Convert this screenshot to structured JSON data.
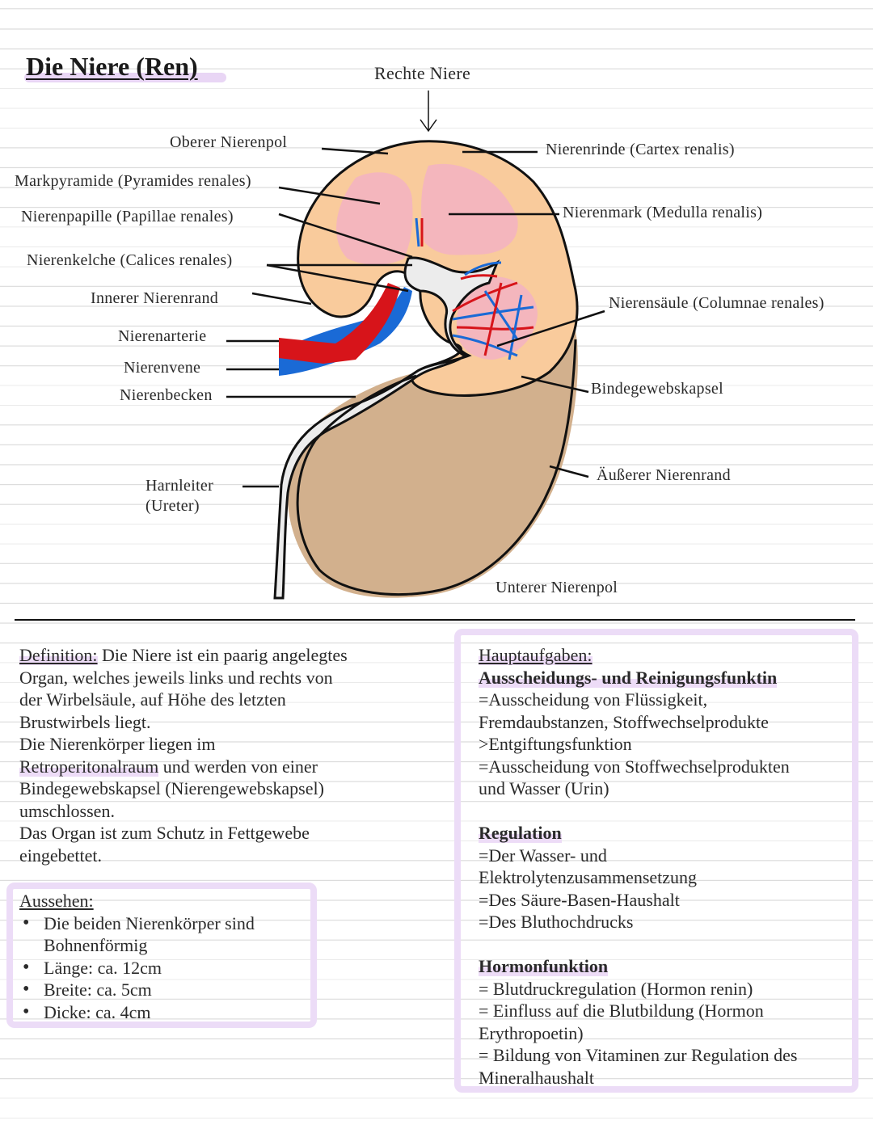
{
  "title": "Die Niere (Ren)",
  "diagram": {
    "heading": "Rechte Niere",
    "labels": {
      "oberer_pol": "Oberer Nierenpol",
      "markpyramide": "Markpyramide (Pyramides renales)",
      "papille": "Nierenpapille (Papillae renales)",
      "kelche": "Nierenkelche (Calices renales)",
      "innerer_rand": "Innerer Nierenrand",
      "arterie": "Nierenarterie",
      "vene": "Nierenvene",
      "becken": "Nierenbecken",
      "harnleiter": "Harnleiter",
      "ureter": "(Ureter)",
      "rinde": "Nierenrinde (Cartex renalis)",
      "mark": "Nierenmark (Medulla renalis)",
      "saeule": "Nierensäule (Columnae renales)",
      "kapsel": "Bindegewebskapsel",
      "aeusserer_rand": "Äußerer Nierenrand",
      "unterer_pol": "Unterer Nierenpol"
    },
    "colors": {
      "cortex": "#f9cb9c",
      "medulla": "#f4b6bd",
      "fat": "#d2b08d",
      "artery": "#d7141a",
      "vein": "#1a6ad6",
      "pelvis": "#ededed"
    }
  },
  "definition": {
    "heading": "Definition:",
    "line1": "Die Niere ist ein paarig angelegtes",
    "line2": "Organ, welches jeweils links und rechts von",
    "line3": "der Wirbelsäule, auf Höhe des letzten",
    "line4": "Brustwirbels liegt.",
    "line5": "Die Nierenkörper liegen im",
    "retro": "Retroperitonalraum",
    "line6_rest": " und werden von einer",
    "line7": "Bindegewebskapsel (Nierengewebskapsel)",
    "line8": "umschlossen.",
    "line9": "Das Organ ist zum Schutz in Fettgewebe",
    "line10": "eingebettet."
  },
  "aussehen": {
    "heading": "Aussehen:",
    "items": [
      "Die beiden Nierenkörper sind",
      "Bohnenförmig",
      "Länge: ca. 12cm",
      "Breite: ca. 5cm",
      "Dicke: ca. 4cm"
    ]
  },
  "hauptaufgaben": {
    "heading": "Hauptaufgaben:",
    "s1_title": "Ausscheidungs- und Reinigungsfunktin",
    "s1_lines": [
      "=Ausscheidung von Flüssigkeit,",
      "Fremdaubstanzen, Stoffwechselprodukte",
      ">Entgiftungsfunktion",
      "=Ausscheidung von Stoffwechselprodukten",
      "und Wasser (Urin)"
    ],
    "s2_title": "Regulation",
    "s2_lines": [
      "=Der Wasser- und",
      "Elektrolytenzusammensetzung",
      "=Des Säure-Basen-Haushalt",
      "=Des Bluthochdrucks"
    ],
    "s3_title": "Hormonfunktion",
    "s3_lines": [
      "= Blutdruckregulation (Hormon renin)",
      "= Einfluss auf die Blutbildung (Hormon",
      "Erythropoetin)",
      "= Bildung von Vitaminen zur Regulation des",
      "Mineralhaushalt"
    ]
  }
}
